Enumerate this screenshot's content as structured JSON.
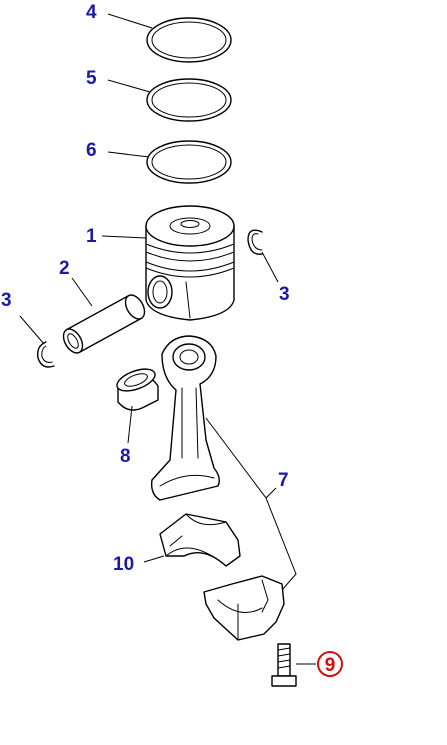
{
  "labels": {
    "ring_top": "4",
    "ring_second": "5",
    "ring_oil": "6",
    "piston": "1",
    "pin": "2",
    "snap_ring_left": "3",
    "snap_ring_right": "3",
    "bushing": "8",
    "connecting_rod": "7",
    "bearing": "10",
    "bolt": "9"
  },
  "colors": {
    "label": "#1a1aa6",
    "highlight": "#d01010",
    "line": "#000000"
  }
}
